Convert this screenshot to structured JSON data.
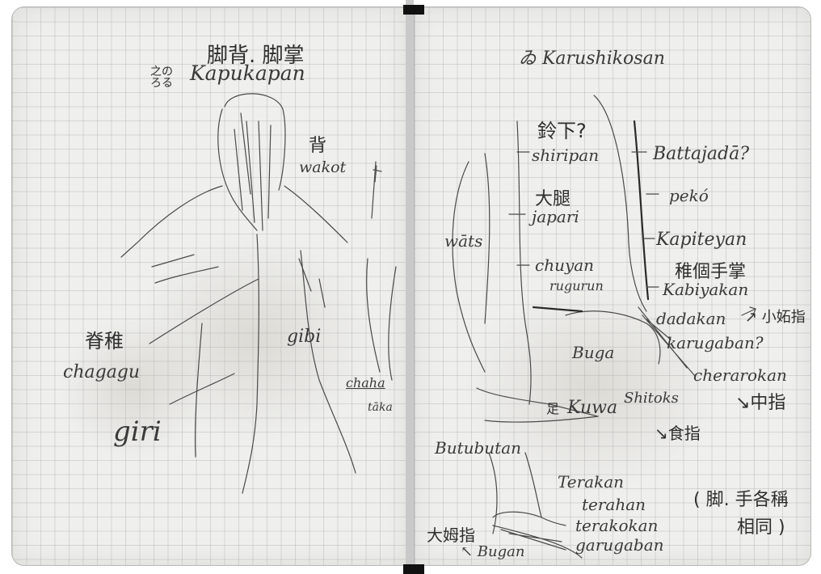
{
  "left_page": {
    "title": "脚背. 脚掌",
    "subtitle_note": "之の ろる",
    "subtitle": "Kapukapan",
    "labels": {
      "back_kanji": "背",
      "back_term": "wakot",
      "spine_kanji": "脊稚",
      "spine_term": "chagagu",
      "gibi": "gibi",
      "giri": "giri",
      "chaha": "chaha",
      "taka": "tāka"
    }
  },
  "right_page": {
    "title": "ゐ Karushikosan",
    "labels": {
      "q1_kanji": "鈴下?",
      "shiripan": "shiripan",
      "thigh_kanji": "大腿",
      "japari": "japari",
      "wats": "wāts",
      "chuyan": "chuyan",
      "rugurun": "rugurun",
      "battajada": "Battajadā?",
      "peko": "pekó ",
      "kapiteyan": "Kapiteyan",
      "palm_kanji": "稚個手掌",
      "kabiyakan": "Kabiyakan",
      "dadakan": "dadakan",
      "little_finger": "↗ 小妬指",
      "karugaban": "karugaban?",
      "buga": "Buga",
      "cherarokan": "cherarokan",
      "shitoks": "Shitoks",
      "middle_finger": "↘中指",
      "foot_kanji": "足",
      "kuwa": "Kuwa",
      "index_finger": "↘食指",
      "butubutan": "Butubutan",
      "terakan": "Terakan",
      "terahan": "terahan",
      "terakokan": "terakokan",
      "garugaban": "garugaban",
      "big_toe": "大姆指",
      "bugan": "↖ Bugan",
      "note_line1": "( 脚. 手各稱",
      "note_line2": "相同 )"
    }
  }
}
